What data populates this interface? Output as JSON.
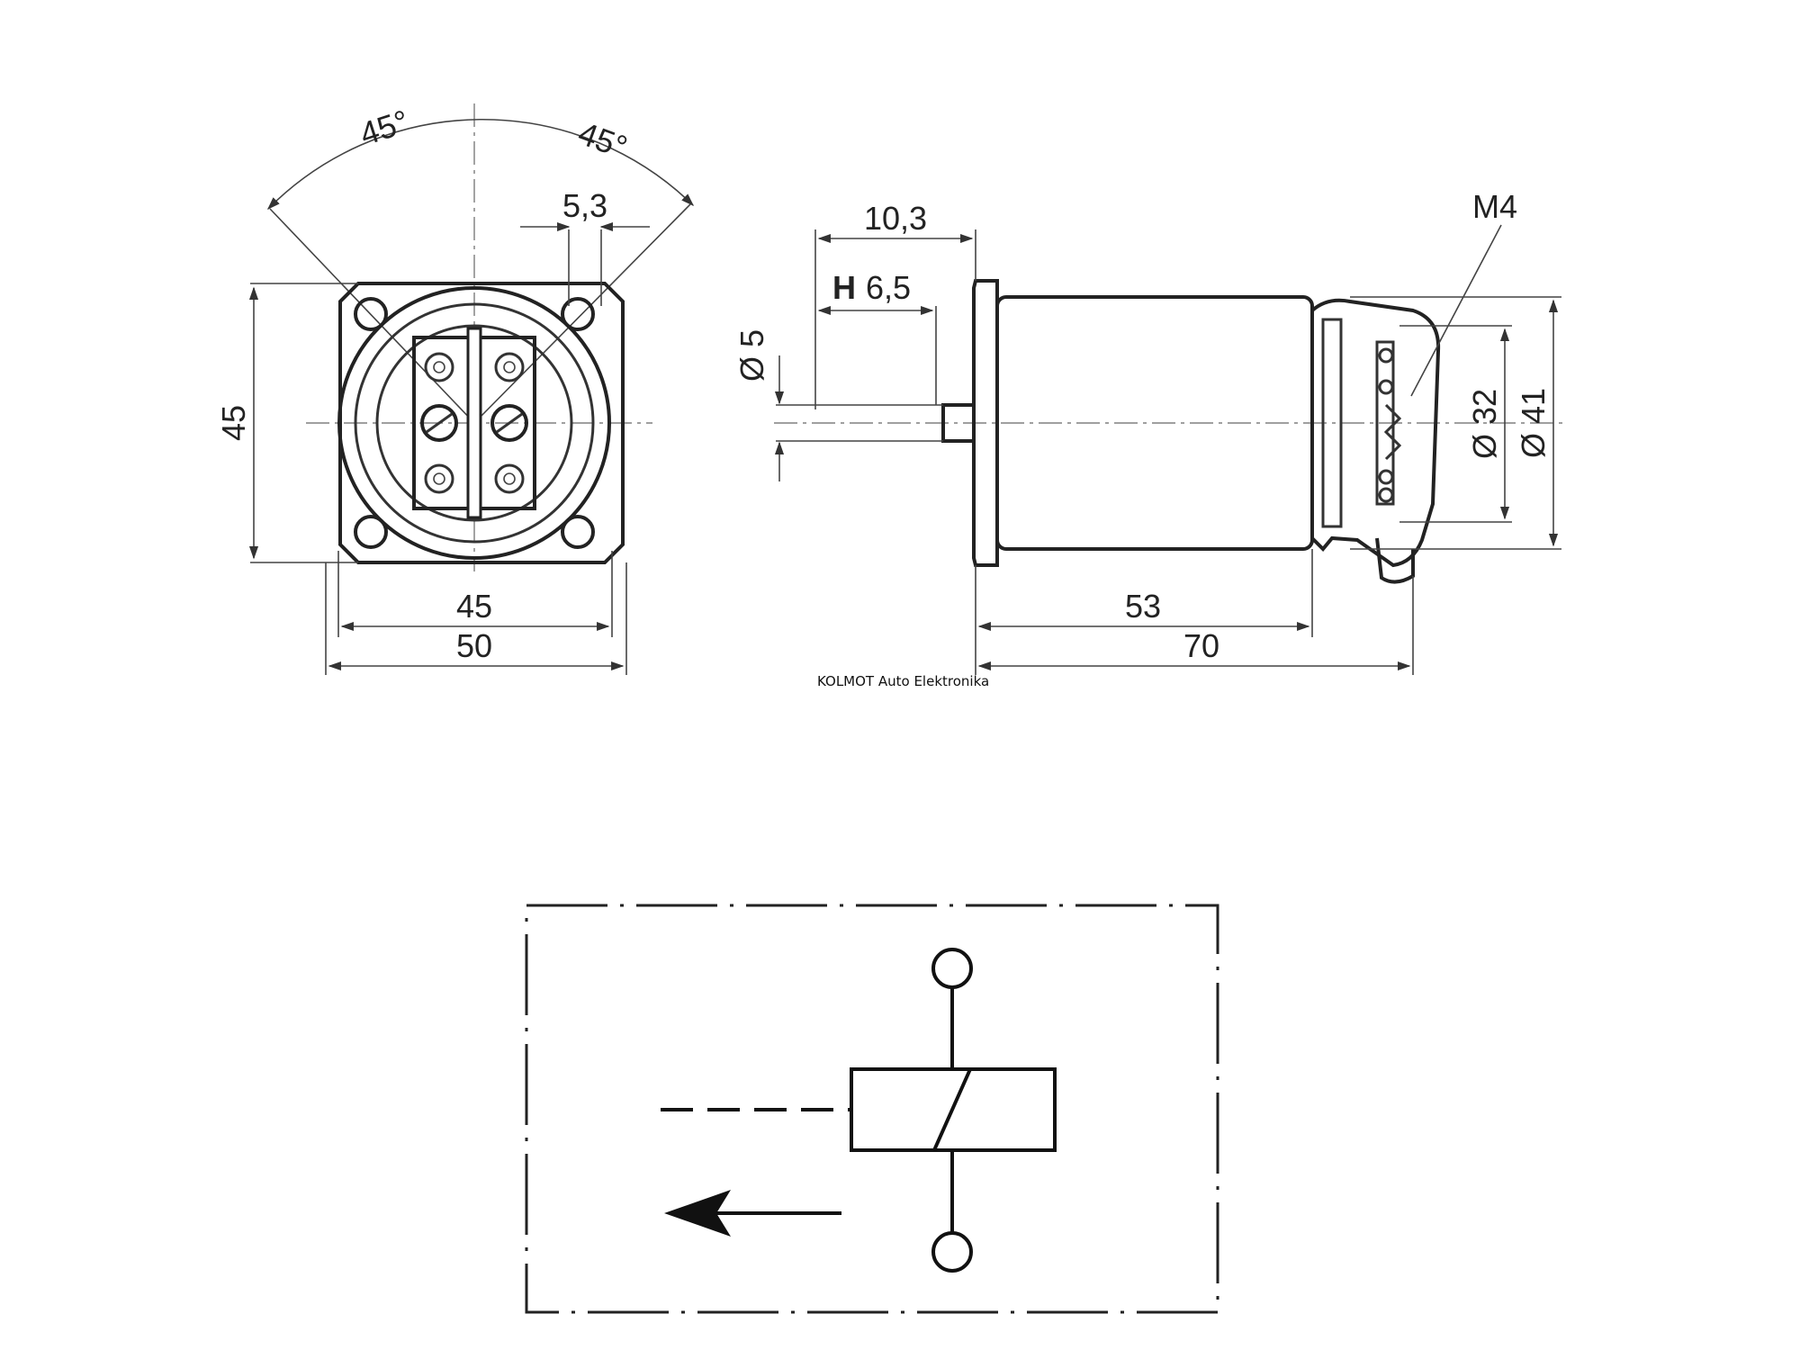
{
  "front_view": {
    "angle_left": "45°",
    "angle_right": "45°",
    "hole_spacing": "5,3",
    "height": "45",
    "hole_pitch": "45",
    "width": "50"
  },
  "side_view": {
    "stroke_length": "10,3",
    "stroke_prefix": "H",
    "stroke_value": "6,5",
    "plunger_diameter": "Ø 5",
    "body_length": "53",
    "total_length": "70",
    "thread": "M4",
    "diameter_inner": "Ø 32",
    "diameter_outer": "Ø 41"
  },
  "credit": "KOLMOT Auto Elektronika"
}
